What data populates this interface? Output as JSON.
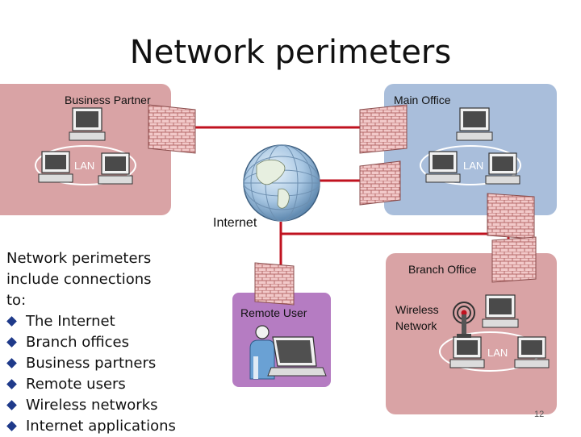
{
  "title": "Network perimeters",
  "zones": {
    "business_partner": "Business Partner",
    "main_office": "Main Office",
    "branch_office": "Branch Office",
    "remote_user": "Remote User",
    "wireless": "Wireless\nNetwork",
    "internet": "Internet"
  },
  "lan_label": "LAN",
  "intro_text": "Network perimeters include connections to:",
  "bullets": [
    "The Internet",
    "Branch offices",
    "Business partners",
    "Remote users",
    "Wireless networks",
    "Internet applications"
  ],
  "page_number": "12",
  "colors": {
    "zone_red": "#d9a3a5",
    "zone_blue": "#a9bedb",
    "zone_purple": "#b57cc2",
    "link": "#c0121f",
    "bullet": "#1f3a8a"
  }
}
